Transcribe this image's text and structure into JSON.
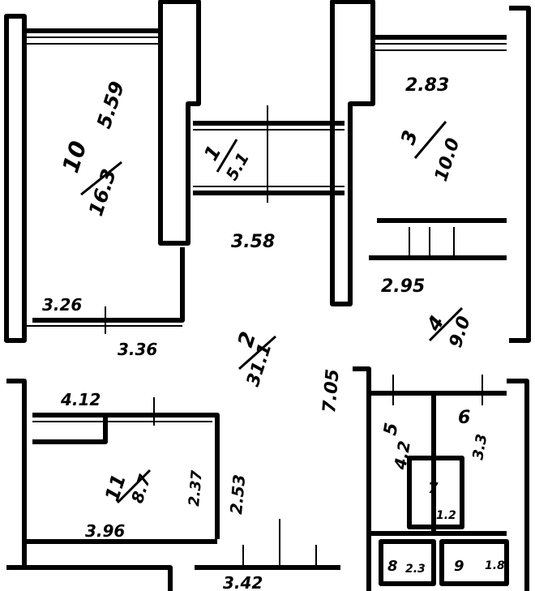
{
  "rooms": [
    {
      "id": "room-10",
      "number": "10",
      "area": "16.3",
      "dims": [
        "5.59"
      ]
    },
    {
      "id": "room-1",
      "number": "1",
      "area": "5.1"
    },
    {
      "id": "room-3",
      "number": "3",
      "area": "10.0",
      "dims": [
        "2.83"
      ]
    },
    {
      "id": "room-2",
      "number": "2",
      "area": "31.1",
      "dims": [
        "3.58",
        "3.36",
        "7.05"
      ]
    },
    {
      "id": "room-4",
      "number": "4",
      "area": "9.0",
      "dims": [
        "2.95"
      ]
    },
    {
      "id": "room-11",
      "number": "11",
      "area": "8.7",
      "dims": [
        "3.96",
        "2.37",
        "2.53"
      ]
    },
    {
      "id": "room-5",
      "number": "5",
      "area": "4.2"
    },
    {
      "id": "room-6",
      "number": "6",
      "area": "3.3"
    },
    {
      "id": "room-7",
      "number": "7",
      "area": "1.2"
    },
    {
      "id": "room-8",
      "number": "8",
      "area": "2.3"
    },
    {
      "id": "room-9",
      "number": "9",
      "area": "1.8"
    }
  ],
  "dimensions": {
    "d326": "3.26",
    "d412": "4.12",
    "d342": "3.42"
  }
}
